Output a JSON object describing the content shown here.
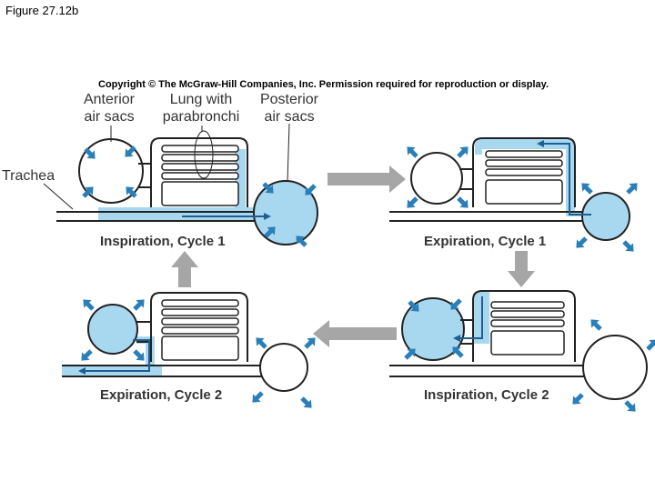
{
  "figure_title": "Figure 27.12b",
  "copyright": "Copyright © The McGraw-Hill Companies, Inc. Permission required for reproduction or display.",
  "labels": {
    "anterior": "Anterior\nair sacs",
    "lung": "Lung with\nparabronchi",
    "posterior": "Posterior\nair sacs",
    "trachea": "Trachea"
  },
  "captions": {
    "insp1": "Inspiration, Cycle 1",
    "exp1": "Expiration, Cycle 1",
    "insp2": "Inspiration, Cycle 2",
    "exp2": "Expiration, Cycle 2"
  },
  "colors": {
    "air": "#a8d8f0",
    "flow": "#1f5e8f",
    "arrow_blue": "#2a7fb8",
    "outline": "#222222",
    "transition_arrow": "#a6a6a6"
  }
}
